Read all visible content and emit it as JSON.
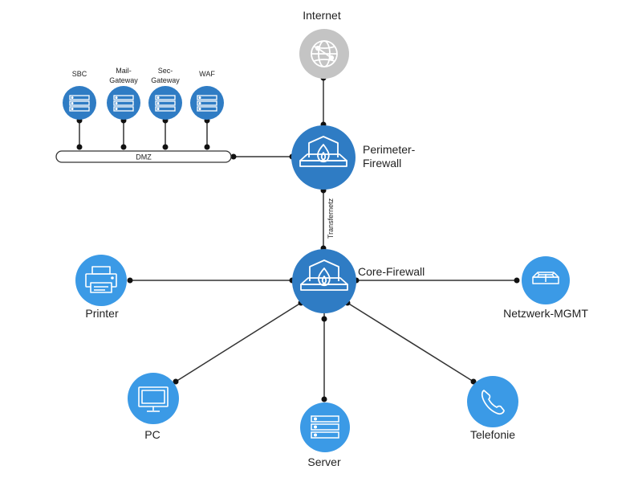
{
  "colors": {
    "primary": "#2f7cc4",
    "light": "#3b9ae6",
    "internet": "#c4c4c4",
    "line": "#333333",
    "text": "#222222"
  },
  "nodes": {
    "internet": {
      "label": "Internet",
      "icon": "globe-icon"
    },
    "perimeter": {
      "label_line1": "Perimeter-",
      "label_line2": "Firewall",
      "icon": "firewall-icon"
    },
    "core": {
      "label": "Core-Firewall",
      "icon": "firewall-icon"
    },
    "dmz": {
      "label": "DMZ"
    },
    "transfer": {
      "label": "Transfernetz"
    },
    "dmz_servers": [
      {
        "label_line1": "SBC",
        "label_line2": "",
        "icon": "server-rack-icon"
      },
      {
        "label_line1": "Mail-",
        "label_line2": "Gateway",
        "icon": "server-rack-icon"
      },
      {
        "label_line1": "Sec-",
        "label_line2": "Gateway",
        "icon": "server-rack-icon"
      },
      {
        "label_line1": "WAF",
        "label_line2": "",
        "icon": "server-rack-icon"
      }
    ],
    "printer": {
      "label": "Printer",
      "icon": "printer-icon"
    },
    "netmgmt": {
      "label": "Netzwerk-MGMT",
      "icon": "switch-icon"
    },
    "pc": {
      "label": "PC",
      "icon": "monitor-icon"
    },
    "server": {
      "label": "Server",
      "icon": "server-rack-icon"
    },
    "telefonie": {
      "label": "Telefonie",
      "icon": "phone-icon"
    }
  }
}
